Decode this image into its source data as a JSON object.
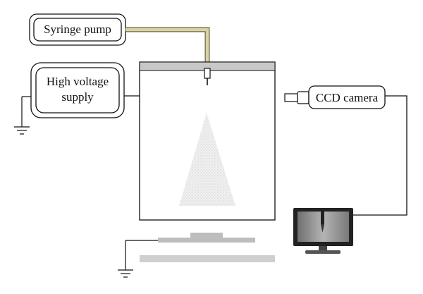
{
  "labels": {
    "syringe_pump": "Syringe pump",
    "high_voltage_line1": "High voltage",
    "high_voltage_line2": "supply",
    "ccd_camera": "CCD camera"
  },
  "colors": {
    "line": "#111111",
    "tube_fill": "#d9d2a8",
    "tube_stroke": "#6b6445",
    "chamber_top": "#c8c8c8",
    "substrate": "#bdbdbd",
    "base": "#cfcfcf",
    "spray": "#d7d7d7",
    "monitor_frame": "#222222",
    "monitor_screen": "#9a9a9a"
  },
  "icons": {
    "ground_hv": "ground-symbol-icon",
    "ground_collector": "ground-symbol-icon",
    "camera": "camera-lens-icon",
    "monitor": "monitor-icon"
  }
}
